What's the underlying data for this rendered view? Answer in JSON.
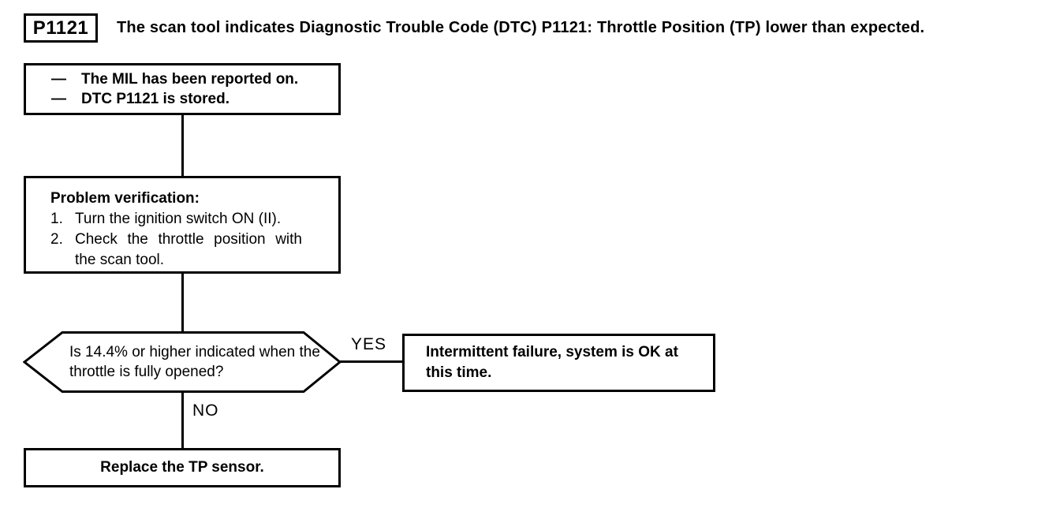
{
  "colors": {
    "ink": "#000000",
    "paper": "#ffffff"
  },
  "header": {
    "dtc_code": "P1121",
    "description": "The scan tool indicates Diagnostic Trouble Code (DTC) P1121: Throttle Position (TP) lower than expected."
  },
  "flow": {
    "bullet": "—",
    "start_box": {
      "items": [
        "The MIL has been reported on.",
        "DTC P1121 is stored."
      ]
    },
    "verify_box": {
      "title": "Problem verification:",
      "steps": [
        {
          "num": "1.",
          "text": "Turn the ignition switch ON (II)."
        },
        {
          "num": "2.",
          "text": "Check the throttle position with the scan tool."
        }
      ]
    },
    "decision": {
      "question": "Is 14.4% or higher indicated when the throttle is fully opened?",
      "yes_label": "YES",
      "no_label": "NO"
    },
    "yes_box": {
      "text": "Intermittent failure, system is OK at this time."
    },
    "no_box": {
      "text": "Replace the TP sensor."
    }
  }
}
